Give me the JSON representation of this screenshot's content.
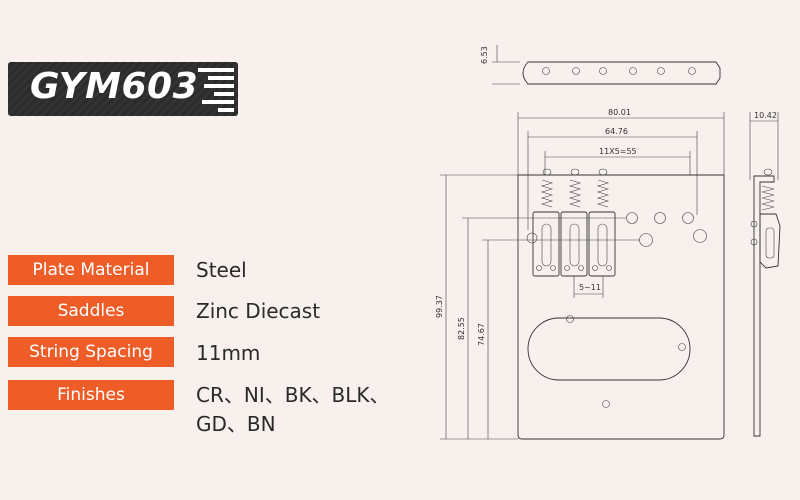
{
  "product": {
    "model": "GYM603"
  },
  "specs": [
    {
      "label": "Plate Material",
      "value": "Steel"
    },
    {
      "label": "Saddles",
      "value": "Zinc Diecast"
    },
    {
      "label": "String Spacing",
      "value": "11mm"
    },
    {
      "label": "Finishes",
      "value_line1": "CR、NI、BK、BLK、",
      "value_line2": "GD、BN"
    }
  ],
  "dimensions": {
    "top_thickness": "6.53",
    "overall_width": "80.01",
    "inner_width": "64.76",
    "string_span": "11X5=55",
    "side_depth": "10.42",
    "total_height": "99.37",
    "height_mid": "82.55",
    "height_inner": "74.67",
    "adjust_range": "5~11"
  },
  "colors": {
    "accent": "#ee5d28",
    "badge": "#2b2b2b",
    "background": "#f7f0ec"
  }
}
